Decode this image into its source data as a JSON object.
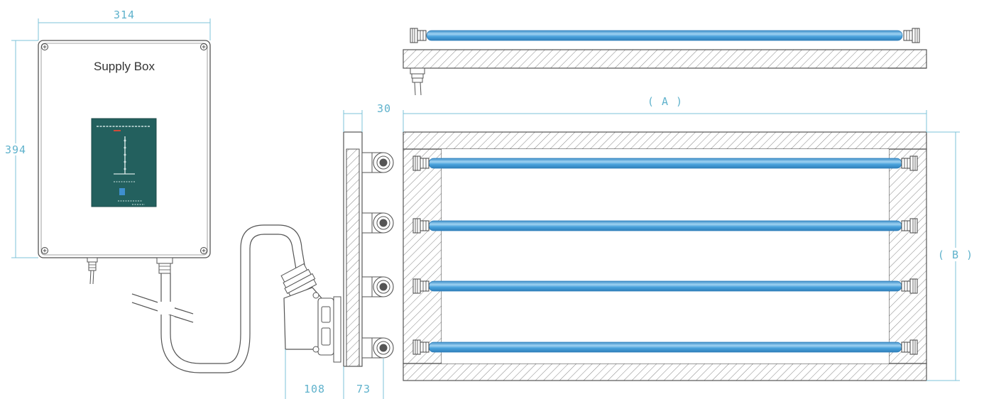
{
  "supply_box": {
    "title": "Supply Box",
    "panel_color": "#23605e"
  },
  "dimensions": {
    "box_width": "314",
    "box_height": "394",
    "flange_depth": "30",
    "connector_depth": "108",
    "flange_offset": "73",
    "overall_length": "( A )",
    "overall_height": "( B )"
  },
  "colors": {
    "dimension": "#5fb2cc",
    "tube": "#4aa3dd",
    "tube_highlight": "#9fd2f2",
    "line": "#555555"
  },
  "icons": {
    "tube": "heater-tube-icon",
    "gland": "cable-gland-icon",
    "screw": "screw-icon"
  }
}
